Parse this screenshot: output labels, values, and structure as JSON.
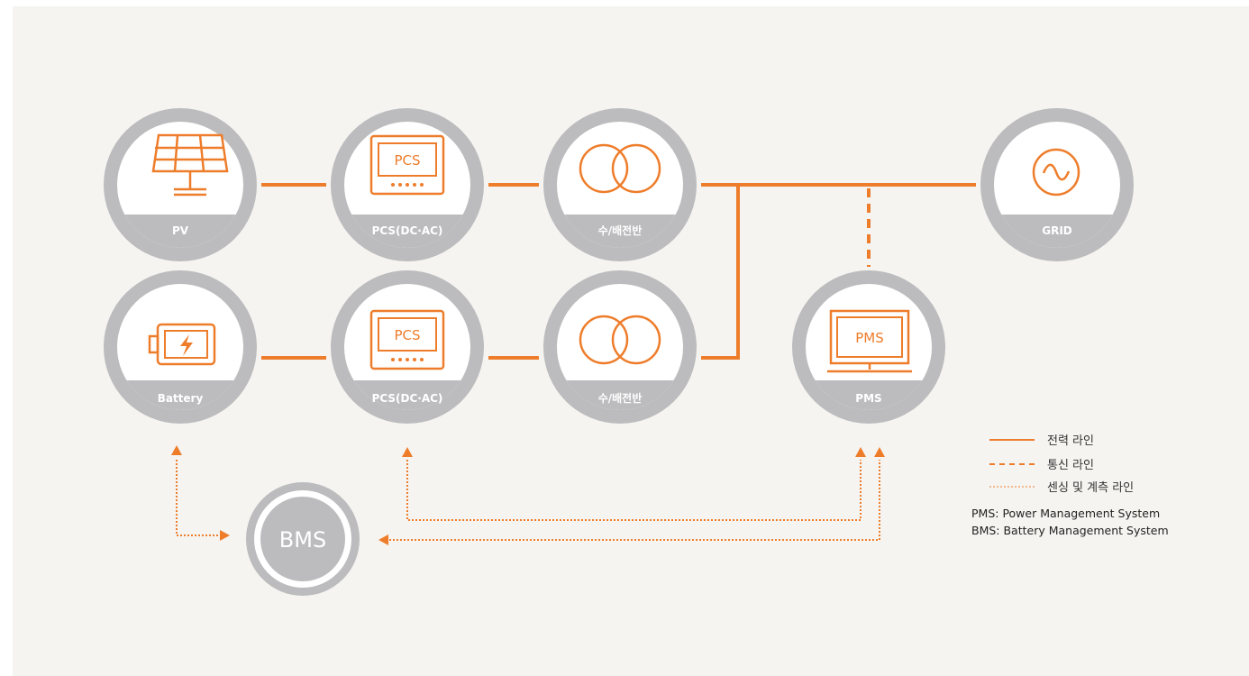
{
  "colors": {
    "accent": "#ee7d2b",
    "node_gray": "#bcbcbe",
    "node_inner": "#ffffff",
    "background": "#f5f4f1"
  },
  "nodes": {
    "pv": {
      "label": "PV",
      "icon": "solar-panel-icon"
    },
    "pcs1": {
      "label": "PCS(DC·AC)",
      "icon": "pcs-device-icon",
      "icon_text": "PCS"
    },
    "sw1": {
      "label": "수/배전반",
      "icon": "transformer-icon"
    },
    "grid": {
      "label": "GRID",
      "icon": "ac-sine-icon"
    },
    "battery": {
      "label": "Battery",
      "icon": "battery-icon"
    },
    "pcs2": {
      "label": "PCS(DC·AC)",
      "icon": "pcs-device-icon",
      "icon_text": "PCS"
    },
    "sw2": {
      "label": "수/배전반",
      "icon": "transformer-icon"
    },
    "pms": {
      "label": "PMS",
      "icon": "monitor-icon",
      "icon_text": "PMS"
    },
    "bms": {
      "label": "BMS"
    }
  },
  "legend": {
    "power_line": "전력 라인",
    "comm_line": "통신 라인",
    "sensing_line": "센싱 및 계측 라인"
  },
  "notes": {
    "pms": "PMS: Power Management System",
    "bms": "BMS: Battery Management System"
  }
}
